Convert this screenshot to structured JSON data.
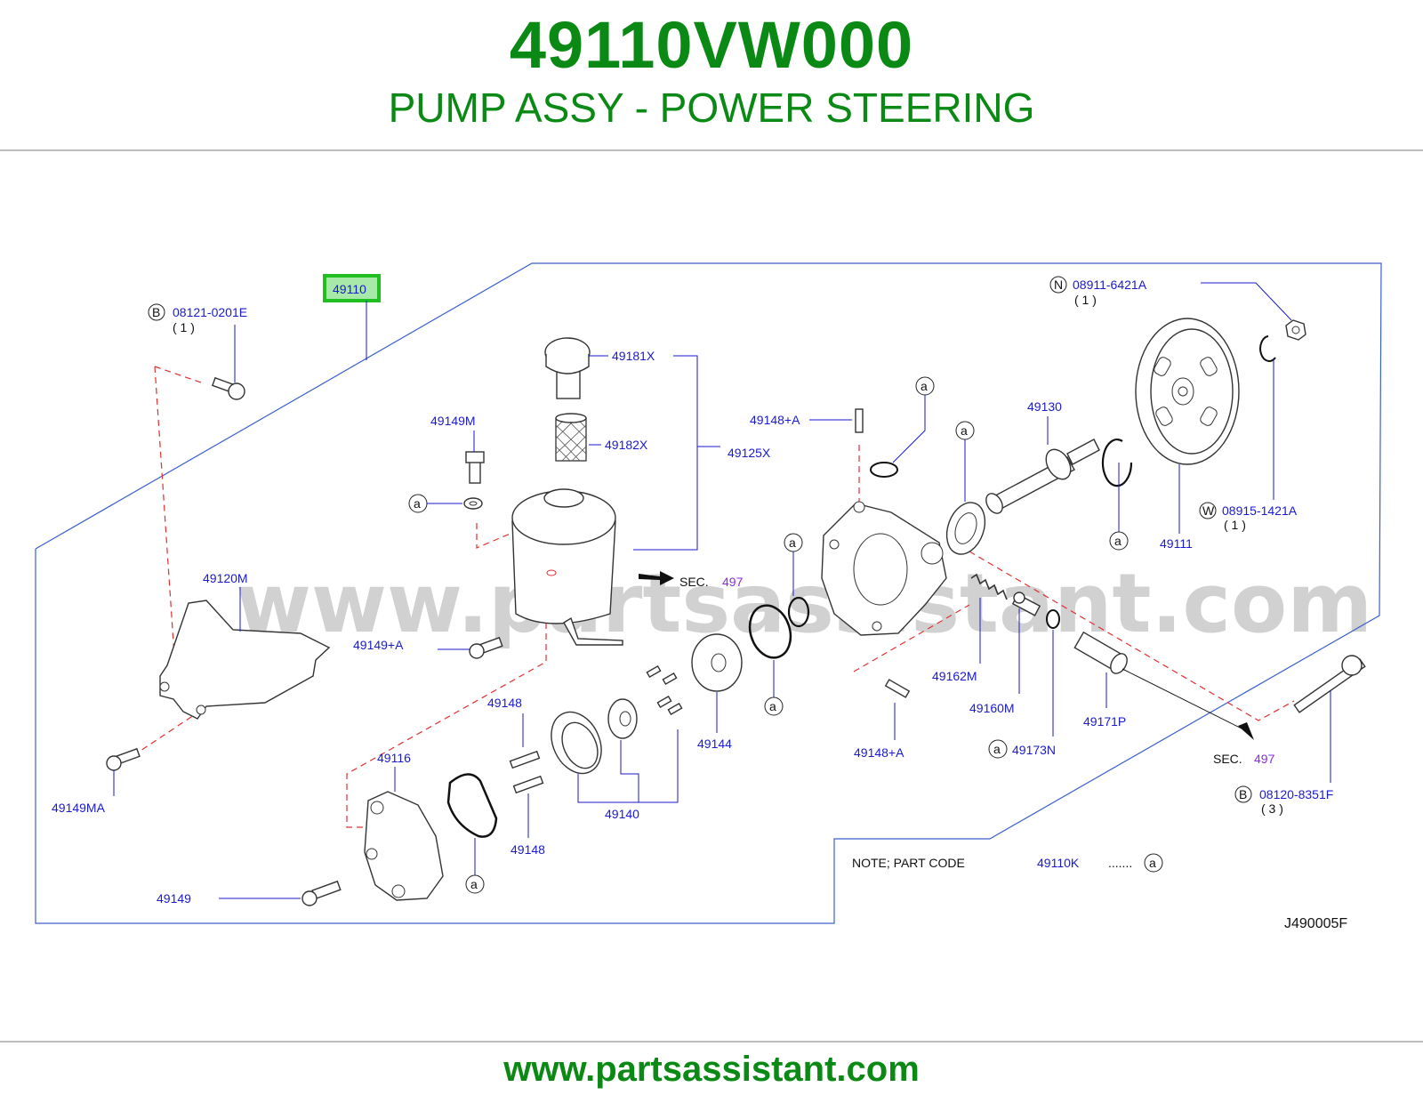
{
  "header": {
    "part_number": "49110VW000",
    "title": "PUMP ASSY - POWER STEERING"
  },
  "diagram": {
    "highlighted_part": "49110",
    "callouts": {
      "p08121": "08121-0201E",
      "p08121_qty": "( 1 )",
      "p08121_sym": "B",
      "p08911": "08911-6421A",
      "p08911_qty": "( 1 )",
      "p08911_sym": "N",
      "p08915": "08915-1421A",
      "p08915_qty": "( 1 )",
      "p08915_sym": "W",
      "p08120": "08120-8351F",
      "p08120_qty": "( 3 )",
      "p08120_sym": "B",
      "p49181X": "49181X",
      "p49182X": "49182X",
      "p49125X": "49125X",
      "p49149M": "49149M",
      "p49120M": "49120M",
      "p49149A": "49149+A",
      "p49149MA": "49149MA",
      "p49116": "49116",
      "p49149": "49149",
      "p49148a": "49148",
      "p49148b": "49148",
      "p49140": "49140",
      "p49144": "49144",
      "p49148A1": "49148+A",
      "p49148A2": "49148+A",
      "p49130": "49130",
      "p49111": "49111",
      "p49162M": "49162M",
      "p49160M": "49160M",
      "p49173N": "49173N",
      "p49171P": "49171P",
      "sec_label": "SEC.",
      "sec_num": "497",
      "mark_a": "a"
    },
    "note": {
      "label": "NOTE;  PART  CODE",
      "code": "49110K",
      "dots": ".......",
      "mark": "a"
    },
    "drawing_id": "J490005F",
    "watermark": "www.partsassistant.com"
  },
  "footer": {
    "url": "www.partsassistant.com"
  },
  "colors": {
    "brand_green": "#0a8a14",
    "part_number_blue": "#1a1ad0",
    "section_purple": "#8a2be2",
    "highlight": "#22cc22"
  }
}
